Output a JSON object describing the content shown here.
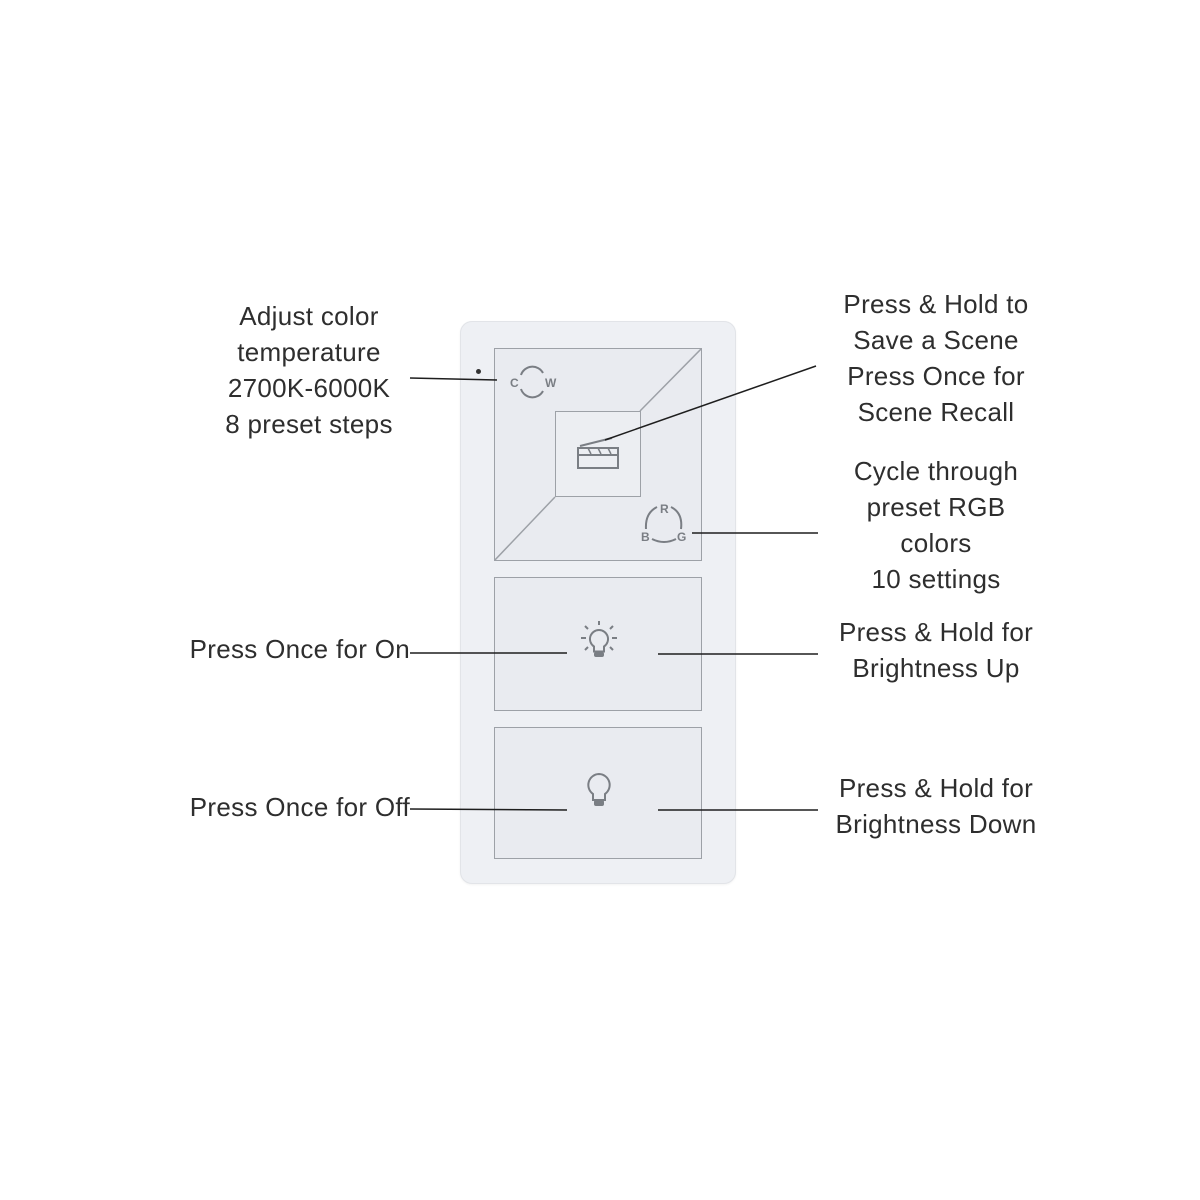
{
  "remote": {
    "buttons": [
      {
        "id": "color-scene-rgb",
        "icons": [
          "color-temp-icon",
          "scene-icon",
          "rgb-cycle-icon"
        ]
      },
      {
        "id": "on-brightness-up",
        "icon": "light-on-icon"
      },
      {
        "id": "off-brightness-down",
        "icon": "light-off-icon"
      }
    ],
    "color_temp_icon_letters": {
      "left": "C",
      "right": "W"
    },
    "rgb_icon_letters": {
      "top": "R",
      "left": "B",
      "right": "G"
    },
    "colors": {
      "body": "#eef0f4",
      "button": "#e9ebf0",
      "outline": "#9da1a7",
      "icon": "#7a7e84",
      "leader_line": "#1e1e1e",
      "text": "#2e2e2e"
    }
  },
  "callouts": {
    "color_temp": {
      "lines": [
        "Adjust color",
        "temperature",
        "2700K-6000K",
        "8 preset steps"
      ]
    },
    "scene": {
      "lines": [
        "Press & Hold to",
        "Save a Scene",
        "Press Once for",
        "Scene Recall"
      ]
    },
    "rgb": {
      "lines": [
        "Cycle through",
        "preset RGB",
        "colors",
        "10 settings"
      ]
    },
    "on": {
      "lines": [
        "Press Once for On"
      ]
    },
    "brightness_up": {
      "lines": [
        "Press & Hold for",
        "Brightness Up"
      ]
    },
    "off": {
      "lines": [
        "Press Once for Off"
      ]
    },
    "brightness_down": {
      "lines": [
        "Press & Hold for",
        "Brightness Down"
      ]
    }
  }
}
